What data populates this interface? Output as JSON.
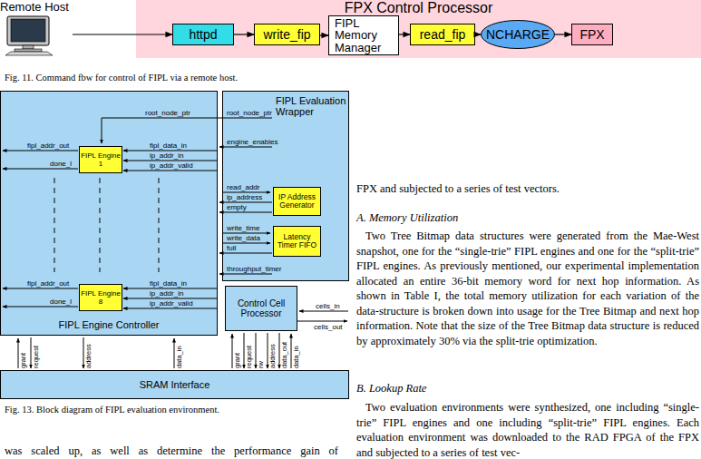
{
  "diagram": {
    "nodes": [
      {
        "text": [
          "Remote Host"
        ]
      },
      {
        "text": [
          "FPX Control Processor"
        ]
      },
      {
        "text": [
          "httpd"
        ],
        "in": 1
      },
      {
        "text": [
          "write_fip"
        ],
        "in": 1
      },
      {
        "text": [
          "FIPL Memory Manager"
        ],
        "in": 1
      },
      {
        "text": [
          "read_fip"
        ],
        "in": 1
      },
      {
        "text": [
          "NCHARGE"
        ],
        "in": 1
      },
      {
        "text": [
          "FPX"
        ],
        "in": 1
      },
      {
        "text": [
          "FIPL Engine Controller"
        ]
      },
      {
        "text": [
          "FIPL Engine 1"
        ],
        "in": 8
      },
      {
        "text": [
          "FIPL Engine 8"
        ],
        "in": 8
      },
      {
        "text": [
          "FIPL Evaluation Wrapper"
        ]
      },
      {
        "text": [
          "IP Address Generator"
        ],
        "in": 11
      },
      {
        "text": [
          "Latency Timer FIFO"
        ],
        "in": 11
      },
      {
        "text": [
          "Control Cell Processor"
        ]
      },
      {
        "text": [
          "SRAM Interface"
        ]
      }
    ],
    "edges": [
      {
        "from": 0,
        "to": 2,
        "arrow": "to"
      },
      {
        "from": 2,
        "to": 3,
        "arrow": "to"
      },
      {
        "from": 3,
        "to": 4,
        "arrow": "to"
      },
      {
        "from": 4,
        "to": 5,
        "arrow": "to"
      },
      {
        "from": 5,
        "to": 6,
        "arrow": "to"
      },
      {
        "from": 6,
        "to": 7,
        "arrow": "to"
      }
    ],
    "labels": [
      "Fig. 11.   Command fbw for control of FIPL via a remote host.",
      "root_node_ptr",
      "fipl_addr_out",
      "fipl_data_in",
      "done_l",
      "ip_addr_in",
      "ip_addr_valid",
      "root_node_ptr",
      "engine_enables",
      "read_addr",
      "ip_address",
      "empty",
      "write_time",
      "write_data",
      "full",
      "throughput_timer",
      "fipl_addr_out",
      "fipl_data_in",
      "done_l",
      "ip_addr_in",
      "ip_addr_valid",
      "cells_in",
      "cells_out",
      "grant",
      "request",
      "address",
      "data_in",
      "grant",
      "request",
      "rw",
      "address",
      "data_out",
      "data_in",
      "Fig. 13.   Block diagram of FIPL evaluation environment.",
      "was scaled up, as well as determine the performance gain of",
      "FPX and subjected to a series of test vectors.",
      "A. Memory Utilization",
      "Two Tree Bitmap data structures were generated from the Mae-West snapshot, one for the “single-trie” FIPL engines and one for the “split-trie” FIPL engines. As previously mentioned, our experimental implementation allocated an entire 36-bit memory word for next hop information. As shown in Table I, the total memory utilization for each variation of the data-structure is broken down into usage for the Tree Bitmap and next hop information. Note that the size of the Tree Bitmap data structure is reduced by approximately 30% via the split-trie optimization.",
      "B. Lookup Rate",
      "Two evaluation environments were synthesized, one including “single-trie” FIPL engines and one including “split-trie” FIPL engines. Each evaluation environment was downloaded to the RAD FPGA of the FPX and subjected to a series of test vec-"
    ]
  }
}
